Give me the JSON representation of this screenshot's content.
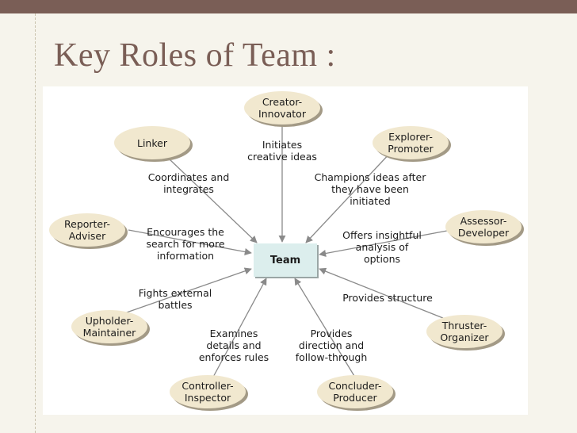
{
  "slide": {
    "title": "Key Roles of Team :"
  },
  "diagram": {
    "center": "Team",
    "roles": [
      {
        "id": "creator",
        "line1": "Creator-",
        "line2": "Innovator"
      },
      {
        "id": "linker",
        "line1": "Linker",
        "line2": ""
      },
      {
        "id": "explorer",
        "line1": "Explorer-",
        "line2": "Promoter"
      },
      {
        "id": "reporter",
        "line1": "Reporter-",
        "line2": "Adviser"
      },
      {
        "id": "assessor",
        "line1": "Assessor-",
        "line2": "Developer"
      },
      {
        "id": "upholder",
        "line1": "Upholder-",
        "line2": "Maintainer"
      },
      {
        "id": "thruster",
        "line1": "Thruster-",
        "line2": "Organizer"
      },
      {
        "id": "controller",
        "line1": "Controller-",
        "line2": "Inspector"
      },
      {
        "id": "concluder",
        "line1": "Concluder-",
        "line2": "Producer"
      }
    ],
    "descriptions": [
      {
        "id": "initiates",
        "lines": [
          "Initiates",
          "creative ideas"
        ]
      },
      {
        "id": "coordinates",
        "lines": [
          "Coordinates and",
          "integrates"
        ]
      },
      {
        "id": "champions",
        "lines": [
          "Champions ideas after",
          "they have been",
          "initiated"
        ]
      },
      {
        "id": "encourages",
        "lines": [
          "Encourages the",
          "search for more",
          "information"
        ]
      },
      {
        "id": "offers",
        "lines": [
          "Offers insightful",
          "analysis of",
          "options"
        ]
      },
      {
        "id": "fights",
        "lines": [
          "Fights external",
          "battles"
        ]
      },
      {
        "id": "structure",
        "lines": [
          "Provides structure"
        ]
      },
      {
        "id": "examines",
        "lines": [
          "Examines",
          "details and",
          "enforces rules"
        ]
      },
      {
        "id": "direction",
        "lines": [
          "Provides",
          "direction and",
          "follow-through"
        ]
      }
    ]
  },
  "colors": {
    "top_bar": "#7a5e56",
    "title": "#7a5e56",
    "role_fill": "#f1e8cf",
    "team_fill": "#dceeed",
    "arrow": "#8a8a8a"
  }
}
